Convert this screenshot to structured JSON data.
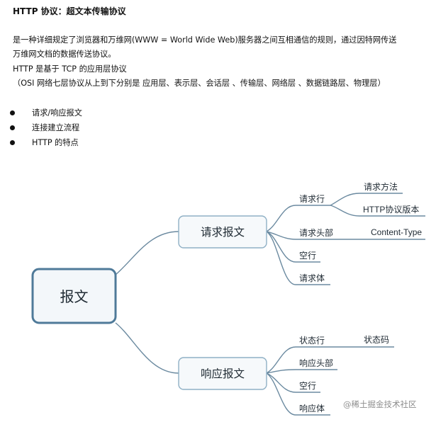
{
  "header": {
    "title": "HTTP 协议：超文本传输协议"
  },
  "intro": {
    "line1": "是一种详细规定了浏览器和万维网(WWW = World Wide Web)服务器之间互相通信的规则，通过因特网传送",
    "line2": "万维网文档的数据传送协议。",
    "line3": "HTTP 是基于 TCP 的应用层协议",
    "line4": "（OSI 网络七层协议从上到下分别是 应用层、表示层、会话层 、传输层、网络层 、数据链路层、物理层）"
  },
  "bullets": [
    {
      "label": "请求/响应报文"
    },
    {
      "label": "连接建立流程"
    },
    {
      "label": "HTTP 的特点"
    }
  ],
  "mindmap": {
    "root": {
      "label": "报文"
    },
    "request": {
      "label": "请求报文",
      "branches": {
        "line": {
          "label": "请求行"
        },
        "method": {
          "label": "请求方法"
        },
        "version": {
          "label": "HTTP协议版本"
        },
        "header": {
          "label": "请求头部"
        },
        "content_type": {
          "label": "Content-Type"
        },
        "blank": {
          "label": "空行"
        },
        "body": {
          "label": "请求体"
        }
      }
    },
    "response": {
      "label": "响应报文",
      "branches": {
        "line": {
          "label": "状态行"
        },
        "status_code": {
          "label": "状态码"
        },
        "header": {
          "label": "响应头部"
        },
        "blank": {
          "label": "空行"
        },
        "body": {
          "label": "响应体"
        }
      }
    },
    "colors": {
      "line": "#6b8aa0",
      "root_border": "#4f7a99",
      "root_fill": "#f3f7fa",
      "node_border": "#8fb0c5",
      "node_fill": "#f6f9fb"
    }
  },
  "watermark": {
    "text": "@稀土掘金技术社区"
  }
}
